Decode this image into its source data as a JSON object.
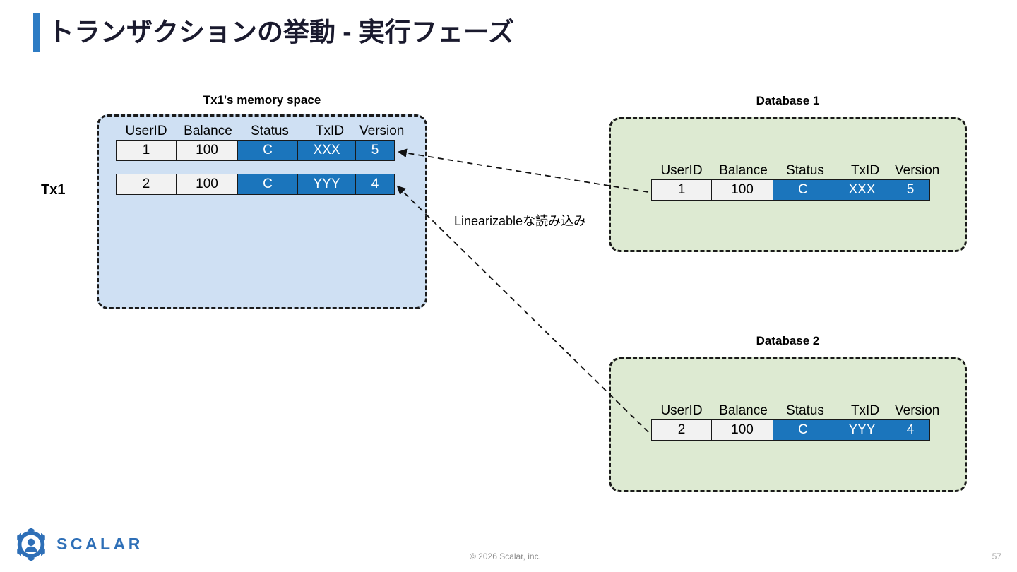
{
  "slide": {
    "title": "トランザクションの挙動 - 実行フェーズ",
    "accent_color": "#2E7CC4"
  },
  "memory_space": {
    "caption": "Tx1's memory space",
    "actor_label": "Tx1",
    "background_color": "#CFE0F3",
    "columns": [
      "UserID",
      "Balance",
      "Status",
      "TxID",
      "Version"
    ],
    "rows": [
      {
        "cells": [
          "1",
          "100",
          "C",
          "XXX",
          "5"
        ],
        "cell_styles": [
          "plain",
          "plain",
          "blue",
          "blue",
          "blue"
        ]
      },
      {
        "cells": [
          "2",
          "100",
          "C",
          "YYY",
          "4"
        ],
        "cell_styles": [
          "plain",
          "plain",
          "blue",
          "blue",
          "blue"
        ]
      }
    ]
  },
  "databases": [
    {
      "caption": "Database 1",
      "background_color": "#DDEAD2",
      "columns": [
        "UserID",
        "Balance",
        "Status",
        "TxID",
        "Version"
      ],
      "rows": [
        {
          "cells": [
            "1",
            "100",
            "C",
            "XXX",
            "5"
          ],
          "cell_styles": [
            "plain",
            "plain",
            "blue",
            "blue",
            "blue"
          ]
        }
      ]
    },
    {
      "caption": "Database 2",
      "background_color": "#DDEAD2",
      "columns": [
        "UserID",
        "Balance",
        "Status",
        "TxID",
        "Version"
      ],
      "rows": [
        {
          "cells": [
            "2",
            "100",
            "C",
            "YYY",
            "4"
          ],
          "cell_styles": [
            "plain",
            "plain",
            "blue",
            "blue",
            "blue"
          ]
        }
      ]
    }
  ],
  "annotations": {
    "read_label": "Linearizableな読み込み"
  },
  "footer": {
    "wordmark": "SCALAR",
    "logo_icon": "scalar-hexagon-logo-icon",
    "copyright": "© 2026 Scalar, inc.",
    "page_number": "57",
    "brand_color": "#2E6FB7"
  }
}
